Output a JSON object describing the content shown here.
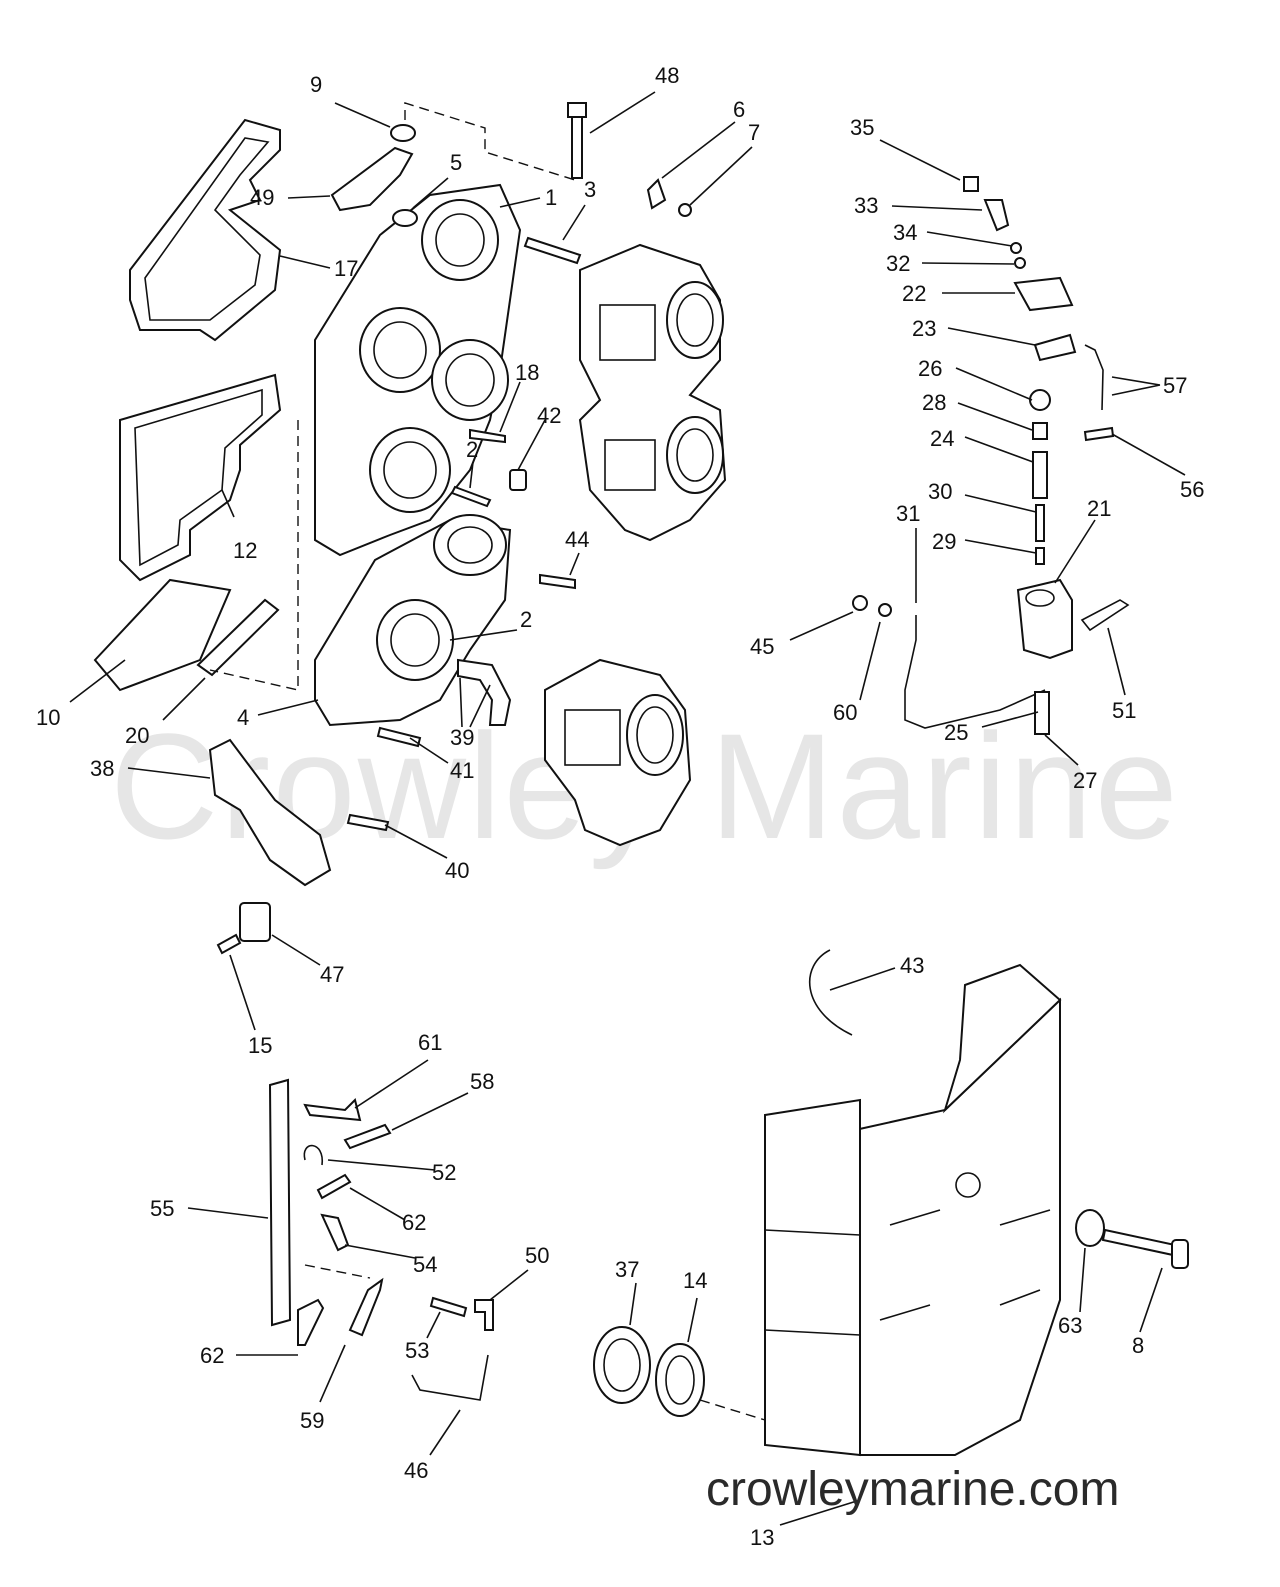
{
  "watermark": "Crowley Marine",
  "site": "crowleymarine.com",
  "callouts": [
    {
      "id": "c9",
      "text": "9"
    },
    {
      "id": "c48",
      "text": "48"
    },
    {
      "id": "c6",
      "text": "6"
    },
    {
      "id": "c7",
      "text": "7"
    },
    {
      "id": "c35",
      "text": "35"
    },
    {
      "id": "c5",
      "text": "5"
    },
    {
      "id": "c49",
      "text": "49"
    },
    {
      "id": "c1",
      "text": "1"
    },
    {
      "id": "c3",
      "text": "3"
    },
    {
      "id": "c33",
      "text": "33"
    },
    {
      "id": "c34",
      "text": "34"
    },
    {
      "id": "c32",
      "text": "32"
    },
    {
      "id": "c17",
      "text": "17"
    },
    {
      "id": "c22",
      "text": "22"
    },
    {
      "id": "c23",
      "text": "23"
    },
    {
      "id": "c57",
      "text": "57"
    },
    {
      "id": "c26",
      "text": "26"
    },
    {
      "id": "c18",
      "text": "18"
    },
    {
      "id": "c28",
      "text": "28"
    },
    {
      "id": "c42",
      "text": "42"
    },
    {
      "id": "c24",
      "text": "24"
    },
    {
      "id": "c2a",
      "text": "2"
    },
    {
      "id": "c56",
      "text": "56"
    },
    {
      "id": "c30",
      "text": "30"
    },
    {
      "id": "c31",
      "text": "31"
    },
    {
      "id": "c21",
      "text": "21"
    },
    {
      "id": "c12",
      "text": "12"
    },
    {
      "id": "c29",
      "text": "29"
    },
    {
      "id": "c44",
      "text": "44"
    },
    {
      "id": "c2b",
      "text": "2"
    },
    {
      "id": "c45",
      "text": "45"
    },
    {
      "id": "c10",
      "text": "10"
    },
    {
      "id": "c60",
      "text": "60"
    },
    {
      "id": "c51",
      "text": "51"
    },
    {
      "id": "c20",
      "text": "20"
    },
    {
      "id": "c4",
      "text": "4"
    },
    {
      "id": "c39",
      "text": "39"
    },
    {
      "id": "c25",
      "text": "25"
    },
    {
      "id": "c38",
      "text": "38"
    },
    {
      "id": "c41",
      "text": "41"
    },
    {
      "id": "c27",
      "text": "27"
    },
    {
      "id": "c40",
      "text": "40"
    },
    {
      "id": "c47",
      "text": "47"
    },
    {
      "id": "c43",
      "text": "43"
    },
    {
      "id": "c15",
      "text": "15"
    },
    {
      "id": "c61",
      "text": "61"
    },
    {
      "id": "c58",
      "text": "58"
    },
    {
      "id": "c52",
      "text": "52"
    },
    {
      "id": "c55",
      "text": "55"
    },
    {
      "id": "c62a",
      "text": "62"
    },
    {
      "id": "c54",
      "text": "54"
    },
    {
      "id": "c50",
      "text": "50"
    },
    {
      "id": "c37",
      "text": "37"
    },
    {
      "id": "c14",
      "text": "14"
    },
    {
      "id": "c63",
      "text": "63"
    },
    {
      "id": "c8",
      "text": "8"
    },
    {
      "id": "c62b",
      "text": "62"
    },
    {
      "id": "c53",
      "text": "53"
    },
    {
      "id": "c59",
      "text": "59"
    },
    {
      "id": "c46",
      "text": "46"
    },
    {
      "id": "c13",
      "text": "13"
    }
  ]
}
